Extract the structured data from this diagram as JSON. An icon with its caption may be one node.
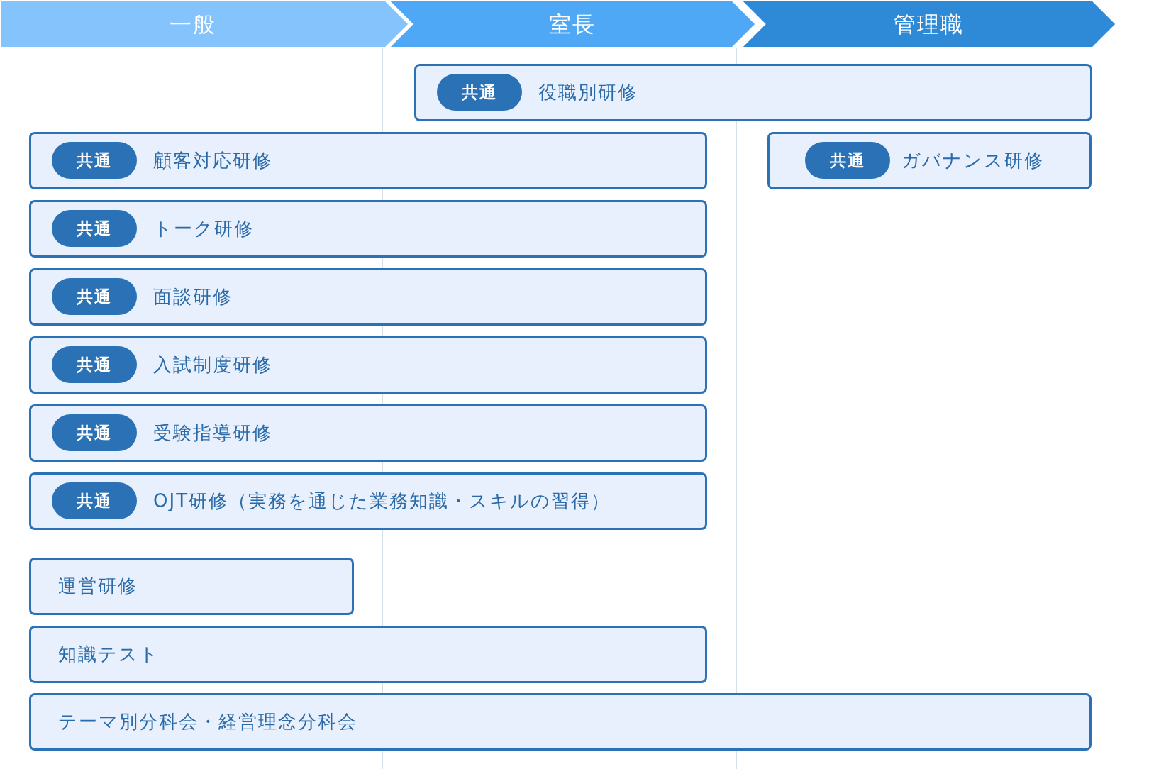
{
  "diagram": {
    "nodes": [
      {
        "text": [
          "一般"
        ]
      },
      {
        "text": [
          "室長"
        ]
      },
      {
        "text": [
          "管理職"
        ]
      },
      {
        "text": [
          "役職別研修"
        ]
      },
      {
        "text": [
          "共通"
        ],
        "in": 3
      },
      {
        "text": [
          "顧客対応研修"
        ]
      },
      {
        "text": [
          "共通"
        ],
        "in": 5
      },
      {
        "text": [
          "ガバナンス研修"
        ]
      },
      {
        "text": [
          "共通"
        ],
        "in": 7
      },
      {
        "text": [
          "トーク研修"
        ]
      },
      {
        "text": [
          "共通"
        ],
        "in": 9
      },
      {
        "text": [
          "面談研修"
        ]
      },
      {
        "text": [
          "共通"
        ],
        "in": 11
      },
      {
        "text": [
          "入試制度研修"
        ]
      },
      {
        "text": [
          "共通"
        ],
        "in": 13
      },
      {
        "text": [
          "受験指導研修"
        ]
      },
      {
        "text": [
          "共通"
        ],
        "in": 15
      },
      {
        "text": [
          "OJT研修（実務を通じた業務知識・スキルの習得）"
        ]
      },
      {
        "text": [
          "共通"
        ],
        "in": 17
      },
      {
        "text": [
          "運営研修"
        ]
      },
      {
        "text": [
          "知識テスト"
        ]
      },
      {
        "text": [
          "テーマ別分科会・経営理念分科会"
        ]
      }
    ],
    "edges": []
  }
}
